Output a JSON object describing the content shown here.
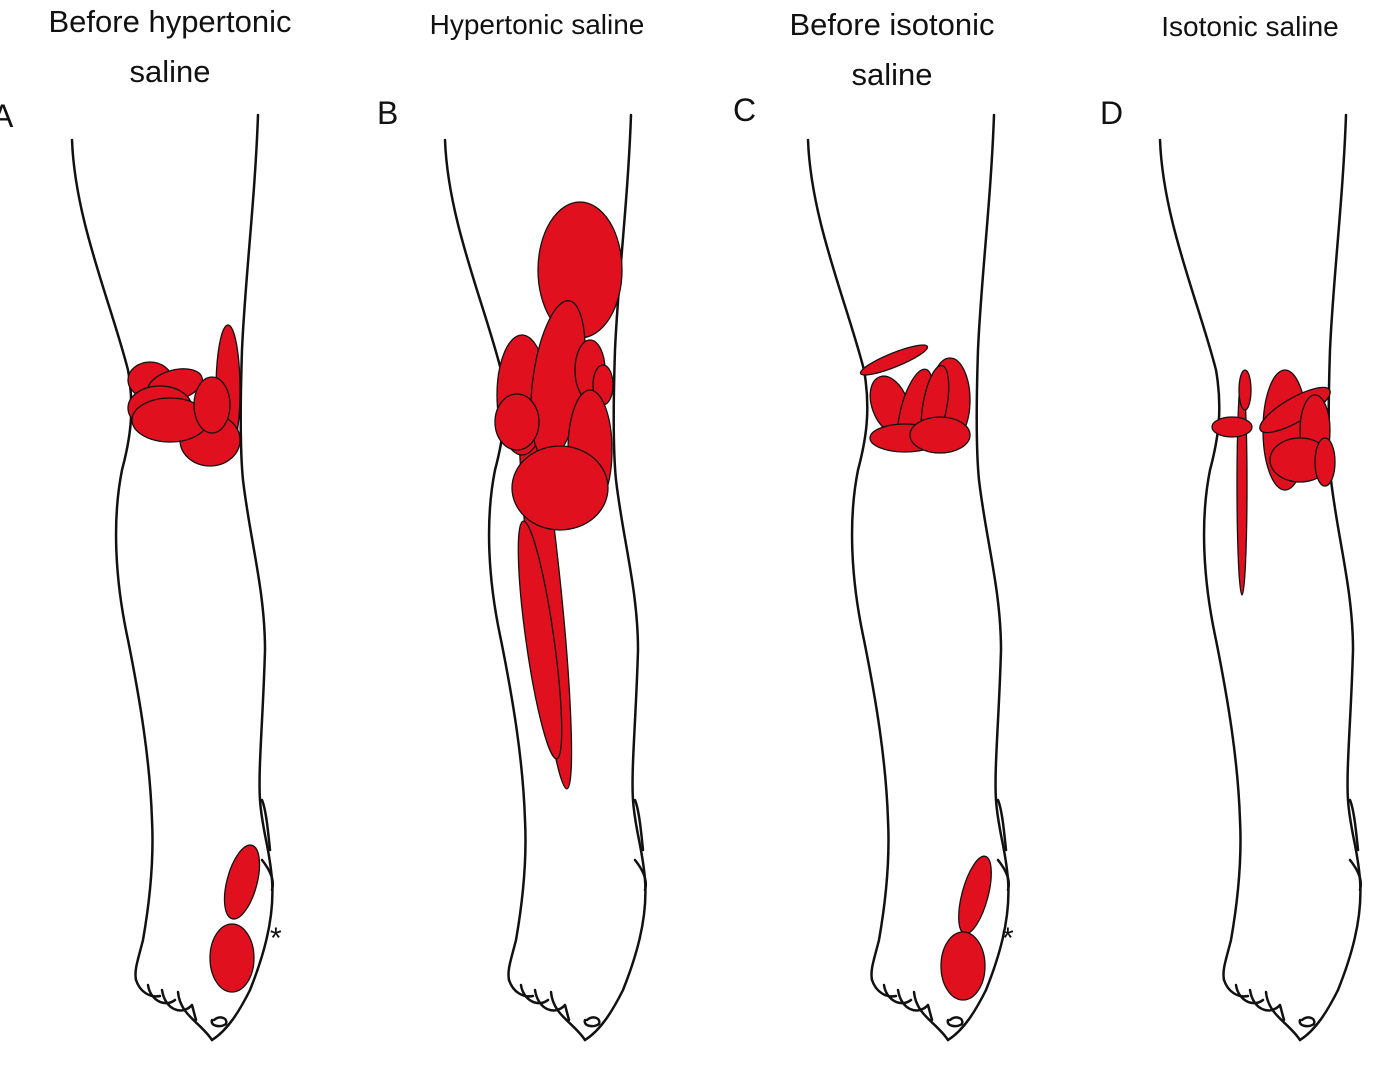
{
  "panels": [
    {
      "letter": "A",
      "title_line1": "Before hypertonic",
      "title_line2": "saline",
      "marker": "*"
    },
    {
      "letter": "B",
      "title_line1": "Hypertonic saline",
      "title_line2": ""
    },
    {
      "letter": "C",
      "title_line1": "Before isotonic",
      "title_line2": "saline",
      "marker": "*"
    },
    {
      "letter": "D",
      "title_line1": "Isotonic saline",
      "title_line2": ""
    }
  ],
  "colors": {
    "pain_area": "#e0101e",
    "outline": "#111111"
  }
}
